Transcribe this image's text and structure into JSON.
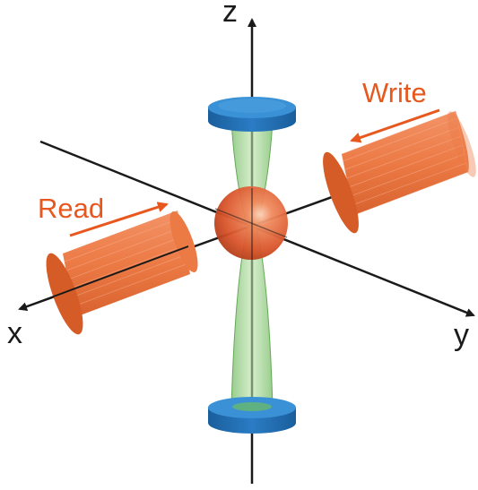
{
  "labels": {
    "axis_x": "x",
    "axis_y": "y",
    "axis_z": "z",
    "write_beam": "Write",
    "read_beam": "Read"
  },
  "colors": {
    "axis": "#1a1a1a",
    "beam_orange": "#e8581e",
    "cylinder_fill": "#ec7a45",
    "cylinder_dark": "#c24e1d",
    "mirror_blue": "#1f6fb5",
    "mirror_top": "#3a91d6",
    "cavity_green": "#7cc46a",
    "atom_cloud": "#e0643a"
  }
}
